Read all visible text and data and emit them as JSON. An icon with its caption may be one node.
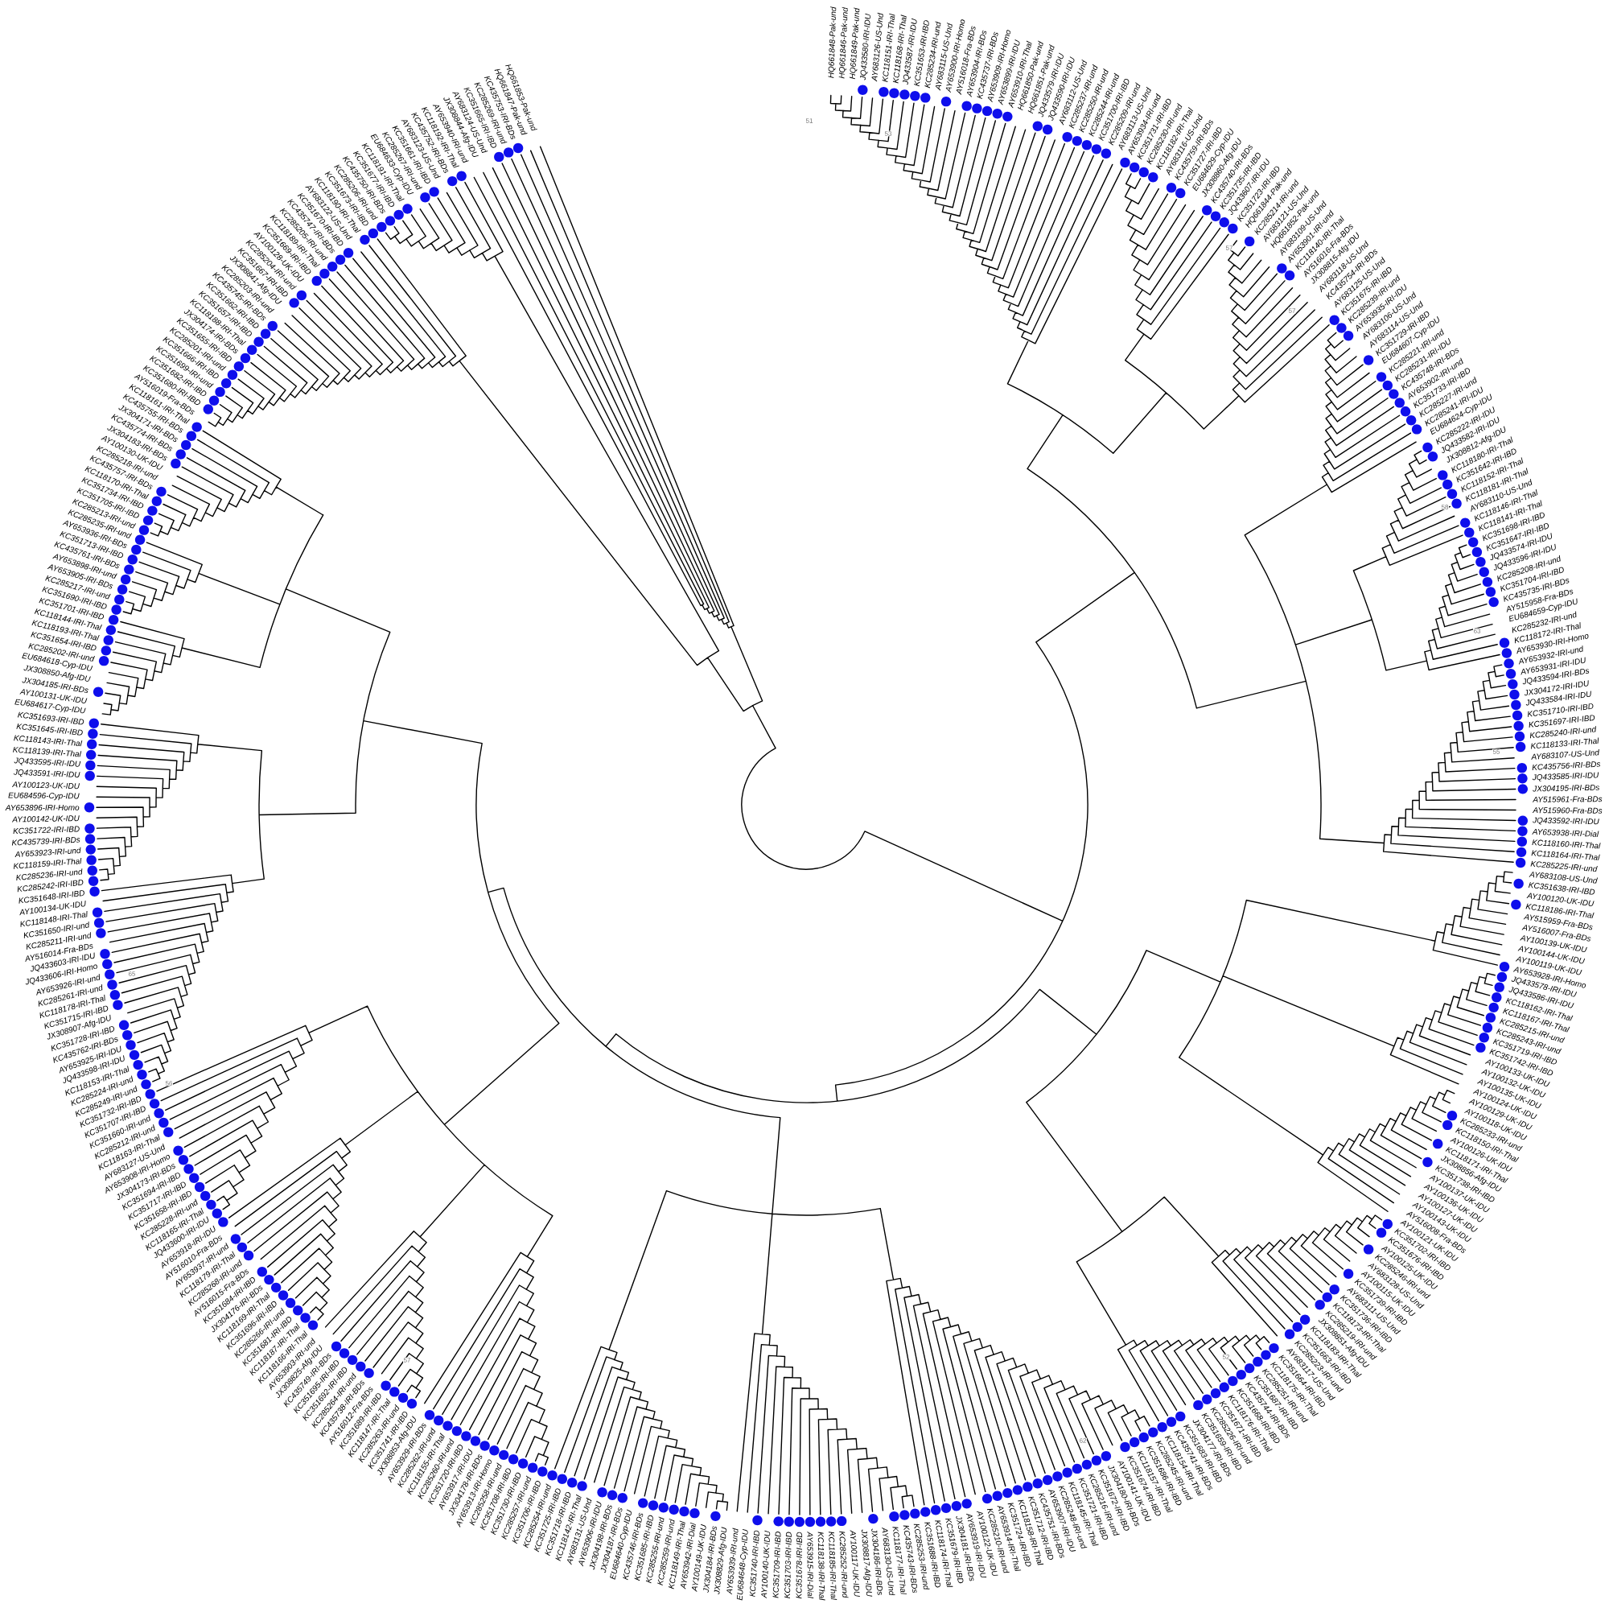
{
  "diagram": {
    "labels": [
      "EU684596-Cyp-IDU",
      "AY100123-UK-IDU",
      "JQ433591-IRI-IDU",
      "JQ433595-IRI-IDU",
      "KC118139-IRI-Thal",
      "KC118143-IRI-Thal",
      "KC351645-IRI-IBD",
      "KC351693-IRI-IBD",
      "EU684617-Cyp-IDU",
      "AY100131-UK-IDU",
      "JX304185-IRI-BDs",
      "JX308850-Afg-IDU",
      "EU684618-Cyp-IDU",
      "KC285202-IRI-und",
      "KC351654-IRI-IBD",
      "KC118193-IRI-Thal",
      "KC118144-IRI-Thal",
      "KC351701-IRI-IBD",
      "KC351690-IRI-IBD",
      "KC285217-IRI-und",
      "AY653905-IRI-BDs",
      "AY653898-IRI-und",
      "KC435761-IRI-BDs",
      "KC351713-IRI-IBD",
      "AY653936-IRI-BDs",
      "KC285235-IRI-und",
      "KC285213-IRI-und",
      "KC351705-IRI-IBD",
      "KC351734-IRI-IBD",
      "KC118170-IRI-Thal",
      "KC435757-IRI-BDs",
      "KC285218-IRI-und",
      "AY100130-UK-IDU",
      "JX304183-IRI-BDs",
      "KC435774-IRI-BDs",
      "JX304171-IRI-BDs",
      "KC435755-IRI-BDs",
      "KC118161-IRI-Thal",
      "AY516019-Fra-BDs",
      "KC351680-IRI-IBD",
      "KC351682-IRI-IBD",
      "KC351699-IRI-und",
      "KC351666-IRI-IBD",
      "KC285201-IRI-und",
      "KC351655-IRI-IBD",
      "JX304174-IRI-BDs",
      "KC118188-IRI-Thal",
      "KC351657-IRI-IBD",
      "KC351662-IRI-IBD",
      "KC435745-IRI-BDs",
      "KC285203-IRI-und",
      "JX308841-Afg-IDU",
      "KC351667-IRI-IBD",
      "KC285204-IRI-und",
      "AY100128-UK-IDU",
      "KC351669-IRI-IBD",
      "KC118189-IRI-Thal",
      "KC285205-IRI-und",
      "KC435747-IRI-BDs",
      "KC351670-IRI-IBD",
      "AY683122-US-Und",
      "KC118190-IRI-Thal",
      "KC351673-IRI-IBD",
      "KC285206-IRI-und",
      "KC435750-IRI-BDs",
      "KC351677-IRI-IBD",
      "KC118191-IRI-Thal",
      "EU684633-Cyp-IDU",
      "KC285267-IRI-und",
      "KC351661-IRI-IBD",
      "AY683123-US-Und",
      "KC435752-IRI-BDs",
      "KC118192-IRI-Thal",
      "AY653940-IRI-und",
      "JX308844-Afg-IDU",
      "AY683124-US-Und",
      "KC351665-IRI-IBD",
      "KC285269-IRI-und",
      "KC435753-IRI-BDs",
      "HQ661847-Pak-und",
      "HQ661853-Pak-und",
      "HQ661848-Pak-und",
      "HQ661846-Pak-und",
      "HQ661849-Pak-und",
      "JQ433580-IRI-IDU",
      "AY683126-US-Und",
      "KC118151-IRI-Thal",
      "KC118168-IRI-Thal",
      "JQ433587-IRI-IDU",
      "KC351653-IRI-IBD",
      "KC285234-IRI-und",
      "AY683115-US-Und",
      "AY653900-IRI-Homo",
      "AY516018-Fra-BDs",
      "AY653904-IRI-BDs",
      "KC435737-IRI-BDs",
      "AY653909-IRI-Homo",
      "AY653899-IRI-IDU",
      "AY653910-IRI-Thal",
      "HQ661850-Pak-und",
      "HQ661851-Pak-und",
      "JQ433579-IRI-IDU",
      "JQ433590-IRI-IDU",
      "AY683112-US-Und",
      "KC285237-IRI-und",
      "KC285250-IRI-und",
      "KC285244-IRI-und",
      "KC351700-IRI-IBD",
      "KC285209-IRI-und",
      "AY683113-US-Und",
      "AY653934-IRI-und",
      "KC351731-IRI-IBD",
      "KC285230-IRI-und",
      "KC118182-IRI-Thal",
      "AY683116-US-Und",
      "KC435759-IRI-BDs",
      "KC351727-IRI-IBD",
      "EU684629-Cyp-IDU",
      "JX308860-Afg-IDU",
      "KC435740-IRI-BDs",
      "KC351735-IRI-IBD",
      "JQ433607-IRI-IDU",
      "KC351723-IRI-IBD",
      "HQ661844-Pak-und",
      "KC285214-IRI-und",
      "AY683121-US-Und",
      "HQ661852-Pak-und",
      "AY683109-US-Und",
      "AY653901-IRI-und",
      "KC118140-IRI-Thal",
      "AY516016-Fra-BDs",
      "JX308815-Afg-IDU",
      "AY683118-US-Und",
      "KC435754-IRI-BDs",
      "AY683125-US-Und",
      "KC351675-IRI-IBD",
      "KC285239-IRI-und",
      "AY653935-IRI-IDU",
      "AY683106-US-Und",
      "AY683114-US-Und",
      "KC351729-IRI-IBD",
      "EU684607-Cyp-IDU",
      "KC285221-IRI-und",
      "KC285231-IRI-IDU",
      "KC435748-IRI-BDs",
      "AY653902-IRI-und",
      "KC351733-IRI-IBD",
      "KC285227-IRI-und",
      "KC285241-IRI-IDU",
      "EU684624-Cyp-IDU",
      "KC285222-IRI-IDU",
      "JQ433582-IRI-IDU",
      "JX308812-Afg-IDU",
      "KC118180-IRI-Thal",
      "KC351642-IRI-IBD",
      "KC118152-IRI-Thal",
      "KC118181-IRI-Thal",
      "AY683110-US-Und",
      "KC118146-IRI-Thal",
      "KC118141-IRI-Thal",
      "KC351698-IRI-IBD",
      "KC351647-IRI-IBD",
      "JQ433574-IRI-IDU",
      "JQ433596-IRI-IDU",
      "KC285208-IRI-und",
      "KC351704-IRI-IBD",
      "KC435735-IRI-BDs",
      "AY515958-Fra-BDs",
      "EU684659-Cyp-IDU",
      "KC285232-IRI-und",
      "KC118172-IRI-Thal",
      "AY653930-IRI-Homo",
      "AY653932-IRI-und",
      "AY653931-IRI-IDU",
      "JQ433594-IRI-BDs",
      "JX304172-IRI-IDU",
      "JQ433584-IRI-IDU",
      "KC351710-IRI-IBD",
      "KC351697-IRI-IBD",
      "KC285240-IRI-und",
      "KC118133-IRI-Thal",
      "AY683107-US-Und",
      "KC435756-IRI-BDs",
      "JQ433585-IRI-IDU",
      "JX304195-IRI-BDs",
      "AY515961-Fra-BDs",
      "AY653896-IRI-Homo",
      "AY100142-UK-IDU",
      "KC351722-IRI-IBD",
      "KC435739-IRI-BDs",
      "AY653923-IRI-und",
      "KC118159-IRI-Thal",
      "KC285236-IRI-und",
      "KC285242-IRI-IBD",
      "KC351648-IRI-IBD",
      "AY100134-UK-IDU",
      "KC118148-IRI-Thal",
      "KC351650-IRI-und",
      "KC285211-IRI-und",
      "AY516014-Fra-BDs",
      "JQ433603-IRI-IDU",
      "JQ433606-IRI-Homo",
      "AY653926-IRI-und",
      "KC285261-IRI-und",
      "KC118178-IRI-Thal",
      "KC351715-IRI-IBD",
      "JX308907-Afg-IDU",
      "KC351728-IRI-IBD",
      "KC435762-IRI-BDs",
      "AY653925-IRI-IDU",
      "JQ433598-IRI-IDU",
      "KC118153-IRI-Thal",
      "KC285224-IRI-und",
      "KC285249-IRI-und",
      "KC351732-IRI-IBD",
      "KC351707-IRI-IBD",
      "KC351660-IRI-und",
      "KC285212-IRI-und",
      "KC118163-IRI-Thal",
      "AY683127-US-Und",
      "AY653908-IRI-Homo",
      "JX304173-IRI-BDs",
      "KC351694-IRI-IBD",
      "KC351717-IRI-IBD",
      "KC351658-IRI-IBD",
      "KC285228-IRI-und",
      "KC118165-IRI-Thal",
      "JQ433600-IRI-IDU",
      "AY653918-IRI-IDU",
      "AY516010-Fra-BDs",
      "AY653937-IRI-und",
      "KC118179-IRI-Thal",
      "KC285268-IRI-und",
      "AY516015-Fra-BDs",
      "KC351684-IRI-IBD",
      "JX304176-IRI-BDs",
      "KC118169-IRI-Thal",
      "KC351696-IRI-IBD",
      "KC285266-IRI-und",
      "KC351681-IRI-IBD",
      "KC118187-IRI-Thal",
      "KC118166-IRI-Thal",
      "AY653903-IRI-und",
      "JX308825-Afg-IDU",
      "KC435749-IRI-BDs",
      "KC351695-IRI-IBD",
      "KC351692-IRI-IBD",
      "KC285264-IRI-und",
      "KC435738-IRI-BDs",
      "AY516012-Fra-BDs",
      "KC351689-IRI-IBD",
      "KC118147-IRI-Thal",
      "KC285263-IRI-und",
      "KC351741-IRI-IBD",
      "JX308853-Afg-IDU",
      "AY653929-IRI-BDs",
      "KC285262-IRI-und",
      "KC118155-IRI-Thal",
      "KC285260-IRI-und",
      "KC351720-IRI-IBD",
      "AY653917-IRI-IDU",
      "JX304178-IRI-BDs",
      "AY653913-IRI-Homo",
      "KC285258-IRI-und",
      "KC351708-IRI-IBD",
      "KC351730-IRI-IBD",
      "KC285257-IRI-und",
      "KC351706-IRI-IBD",
      "KC285254-IRI-und",
      "KC351725-IRI-IBD",
      "KC351718-IRI-IBD",
      "KC118142-IRI-Thal",
      "AY683131-US-Und",
      "AY653906-IRI-IDU",
      "JX304198-IRI-BDs",
      "JX304187-IRI-BDs",
      "EU684640-Cyp-IDU",
      "KC435746-IRI-BDs",
      "KC351685-IRI-IBD",
      "KC285255-IRI-und",
      "KC285259-IRI-und",
      "KC118149-IRI-Thal",
      "AY653942-IRI-Dial",
      "AY100149-UK-IDU",
      "JX304184-IRI-BDs",
      "JX308829-Afg-IDU",
      "AY653939-IRI-und",
      "EU684648-Cyp-IDU",
      "KC351740-IRI-IBD",
      "AY100140-UK-IDU",
      "KC351709-IRI-IBD",
      "KC351703-IRI-IBD",
      "KC351678-IRI-IBD",
      "AY653915-IRI-Dial",
      "KC118138-IRI-Thal",
      "KC118185-IRI-Thal",
      "KC285252-IRI-und",
      "AY100117-UK-IDU",
      "JX308817-Afg-IDU",
      "JX304186-IRI-BDs",
      "AY683130-US-Und",
      "KC118177-IRI-Thal",
      "KC435743-IRI-BDs",
      "KC285253-IRI-und",
      "KC351688-IRI-IBD",
      "KC118174-IRI-Thal",
      "KC351679-IRI-IBD",
      "JX304181-IRI-BDs",
      "AY653919-IRI-IDU",
      "AY100122-UK-IDU",
      "KC285210-IRI-und",
      "AY653914-IRI-Thal",
      "KC351724-IRI-IBD",
      "KC118158-IRI-Thal",
      "KC351712-IRI-IBD",
      "KC435751-IRI-BDs",
      "AY653907-IRI-IDU",
      "KC285248-IRI-und",
      "KC118145-IRI-Thal",
      "KC351721-IRI-IBD",
      "KC285216-IRI-und",
      "KC351672-IRI-IBD",
      "JX304180-IRI-BDs",
      "AY100141-UK-IDU",
      "KC351674-IRI-IBD",
      "KC118157-IRI-Thal",
      "KC351686-IRI-IBD",
      "KC285245-IRI-und",
      "KC118154-IRI-Thal",
      "KC435741-IRI-BDs",
      "KC351683-IRI-IBD",
      "JX304177-IRI-BDs",
      "KC351659-IRI-IBD",
      "KC285226-IRI-und",
      "KC351671-IRI-IBD",
      "KC118176-IRI-Thal",
      "KC351668-IRI-IBD",
      "KC435744-IRI-BDs",
      "KC351687-IRI-IBD",
      "KC285251-IRI-und",
      "KC118175-IRI-Thal",
      "KC351664-IRI-IBD",
      "AY683117-US-Und",
      "KC285223-IRI-und",
      "KC351663-IRI-IBD",
      "KC118183-IRI-Thal",
      "JX308851-Afg-IDU",
      "KC285219-IRI-und",
      "KC118173-IRI-Thal",
      "KC351736-IRI-IBD",
      "AY683111-US-Und",
      "KC351739-IRI-IBD",
      "AY100115-UK-IDU",
      "AY683128-US-Und",
      "KC285246-IRI-und",
      "AY100125-UK-IDU",
      "KC351676-IRI-IBD",
      "KC351702-IRI-IBD",
      "AY100121-UK-IDU",
      "AY516008-Fra-BDs",
      "AY100143-UK-IDU",
      "AY100127-UK-IDU",
      "AY100136-UK-IDU",
      "AY100137-UK-IDU",
      "KC351738-IRI-IBD",
      "JX308856-Afg-IDU",
      "KC118171-IRI-Thal",
      "AY100126-UK-IDU",
      "KC118150-IRI-Thal",
      "KC285233-IRI-und",
      "AY100118-UK-IDU",
      "AY100129-UK-IDU",
      "AY100124-UK-IDU",
      "AY100135-UK-IDU",
      "AY100132-UK-IDU",
      "AY100133-UK-IDU",
      "KC351742-IRI-IBD",
      "KC351719-IRI-IBD",
      "KC285243-IRI-und",
      "KC285215-IRI-und",
      "KC118167-IRI-Thal",
      "KC118162-IRI-Thal",
      "JQ433586-IRI-IDU",
      "JQ433578-IRI-IDU",
      "AY653928-IRI-Homo",
      "AY100119-UK-IDU",
      "AY100144-UK-IDU",
      "AY100139-UK-IDU",
      "AY516007-Fra-BDs",
      "AY515959-Fra-BDs",
      "KC118186-IRI-Thal",
      "AY100120-UK-IDU",
      "KC351638-IRI-IBD",
      "AY683108-US-Und",
      "KC285225-IRI-und",
      "KC118164-IRI-Thal",
      "KC118160-IRI-Thal",
      "AY653938-IRI-Dial",
      "JQ433592-IRI-IDU",
      "AY515960-Fra-BDs",
      "51",
      "53",
      "57",
      "57",
      "58",
      "63",
      "55",
      "52",
      "62",
      "57",
      "56",
      "65"
    ]
  }
}
